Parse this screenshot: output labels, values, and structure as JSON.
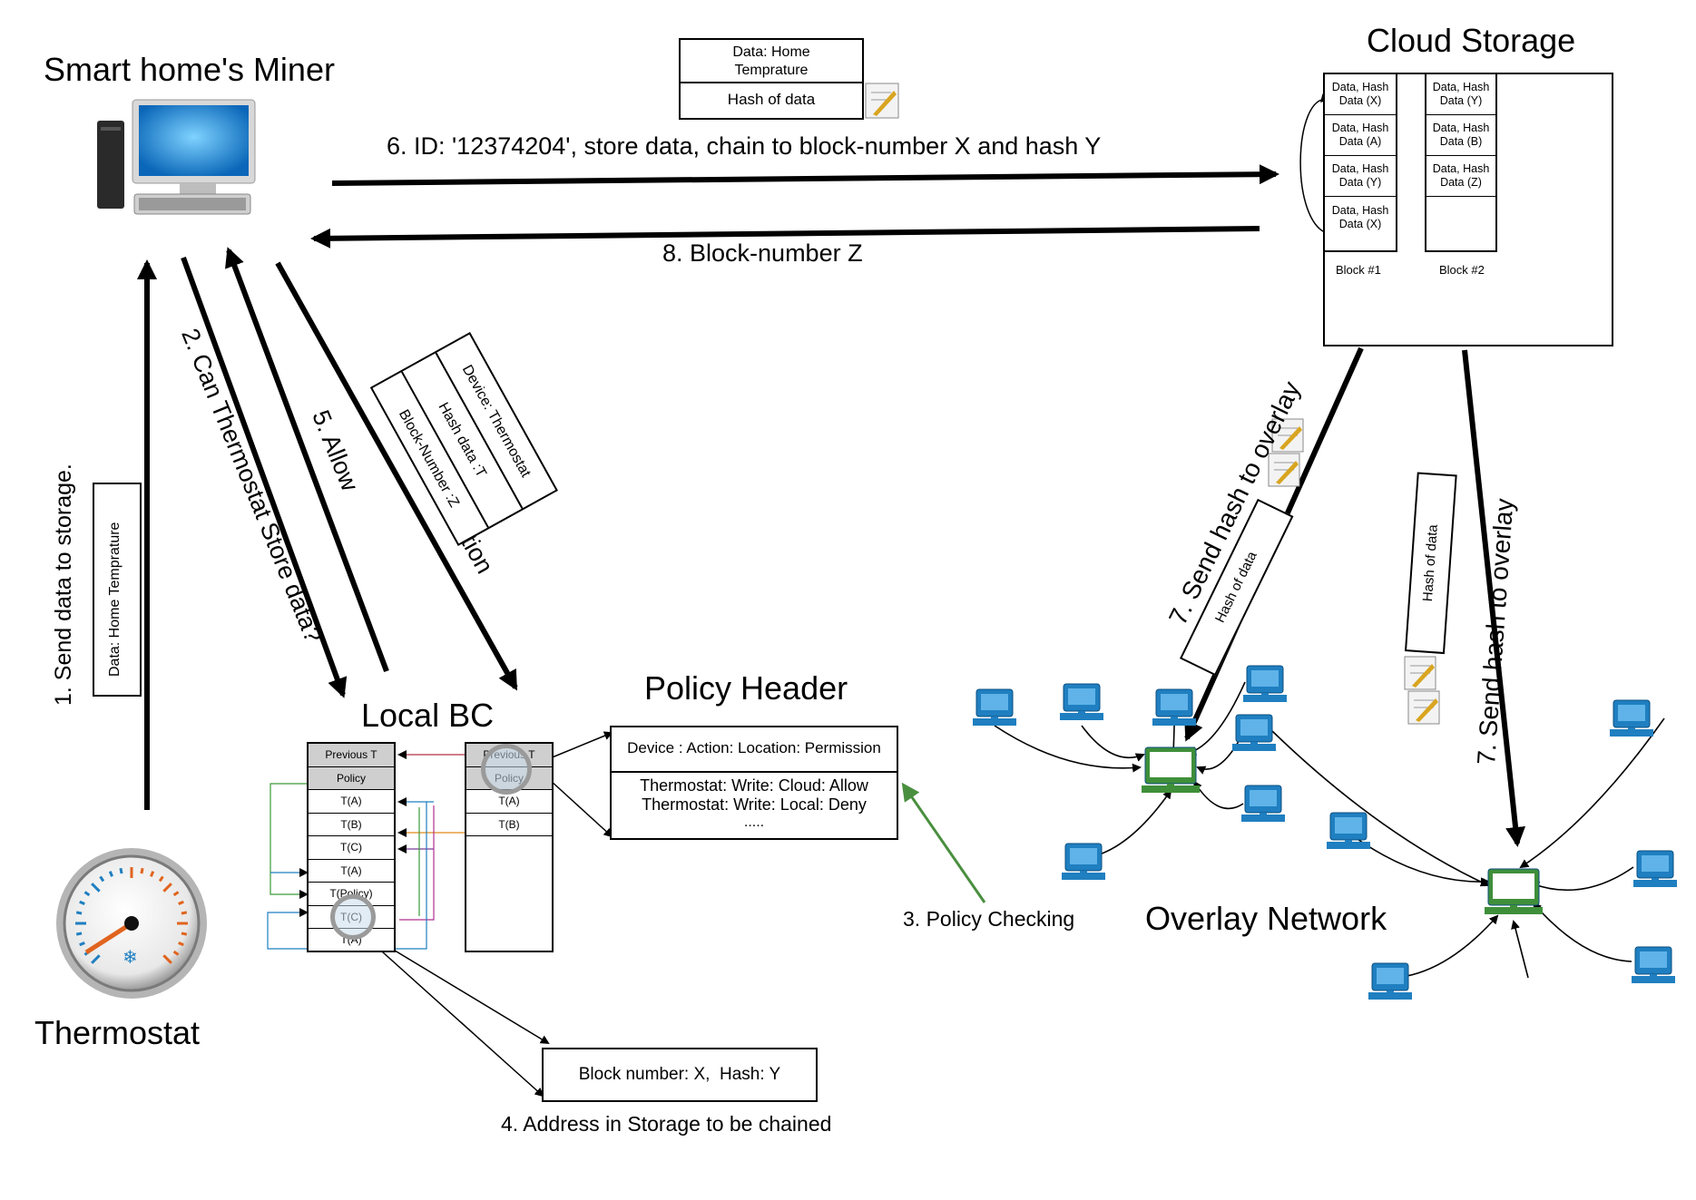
{
  "miner_title": "Smart home's Miner",
  "thermostat_label": "Thermostat",
  "local_bc_title": "Local BC",
  "policy_header": {
    "title": "Policy Header",
    "header_row": "Device : Action: Location: Permission",
    "rules": [
      "Thermostat: Write: Cloud: Allow",
      "Thermostat: Write: Local: Deny",
      "....."
    ]
  },
  "cloud_storage": {
    "title": "Cloud Storage",
    "block1": [
      "Data, Hash\nData (X)",
      "Data, Hash\nData (A)",
      "Data, Hash\nData (Y)",
      "Data, Hash\nData (X)"
    ],
    "block2": [
      "Data, Hash\nData (Y)",
      "Data, Hash\nData (B)",
      "Data, Hash\nData (Z)",
      ""
    ],
    "block1_label": "Block #1",
    "block2_label": "Block #2"
  },
  "overlay_title": "Overlay Network",
  "packet_top": {
    "line1": "Data: Home\nTemprature",
    "line2": "Hash of data"
  },
  "steps": {
    "s1": "1. Send data to storage.",
    "s1_packet": "Data: Home Temprature",
    "s2": "2. Can Thermostat Store data?",
    "s3": "3. Policy Checking",
    "s4": "4. Address in Storage to be chained",
    "s4_box": "Block number: X,  Hash: Y",
    "s5": "5. Allow",
    "s6": "6. ID: '12374204', store data, chain to block-number X and hash Y",
    "s7a": "7. Send hash to overlay",
    "s7b": "7. Send hash to overlay",
    "s7_packet": "Hash of data",
    "s8": "8. Block-number Z",
    "s9": "9. Store transaction",
    "s9_packet": [
      "Device: Thermostat",
      "Hash data :T",
      "Block-Number :Z"
    ]
  },
  "local_bc": {
    "chain1": [
      "Previous T",
      "Policy",
      "T(A)",
      "T(B)",
      "T(C)",
      "T(A)",
      "T(Policy)",
      "T(C)",
      "T(A)"
    ],
    "chain2": [
      "Previous T",
      "Policy",
      "T(A)",
      "T(B)"
    ]
  },
  "colors": {
    "policy_arrow": "#4a8f3f",
    "monitor_blue": "#1f7fc0",
    "monitor_green": "#3f8f3a",
    "gauge_orange": "#e0641e"
  },
  "icons": [
    "desktop-computer-icon",
    "thermostat-gauge-icon",
    "document-icon",
    "magnifier-icon",
    "network-computer-icon"
  ]
}
